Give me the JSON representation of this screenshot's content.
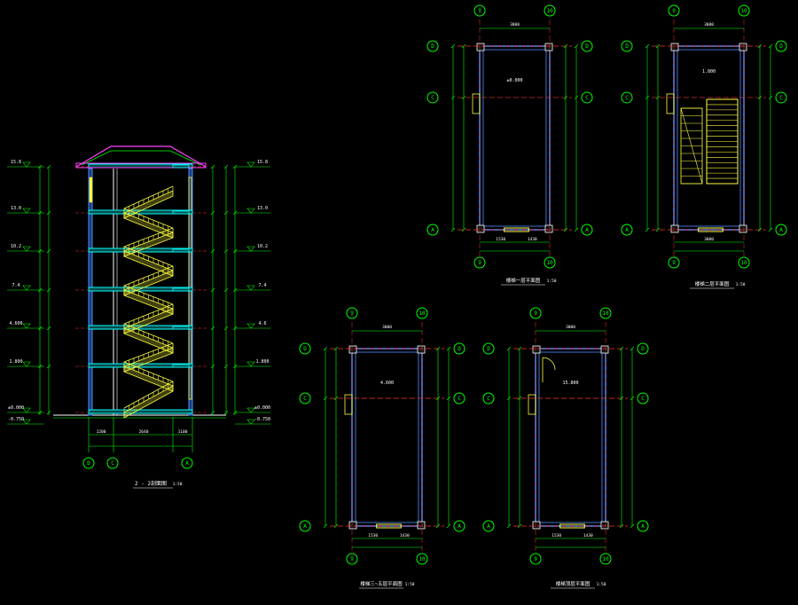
{
  "colors": {
    "background": "#000000",
    "dimension": "#00ff00",
    "wall": "#4a90ff",
    "axis": "#ff3030",
    "stair": "#ffff40",
    "text": "#ffffff",
    "slab": "#00ffff",
    "roof": "#ff40ff"
  },
  "section": {
    "title": "2 - 2剖面图",
    "scale": "1:50",
    "axis_labels": [
      "D",
      "C",
      "A"
    ],
    "elevations_left": [
      "15.8",
      "13.0",
      "10.2",
      "7.4",
      "4.600",
      "1.800",
      "±0.000",
      "-0.750"
    ],
    "elevations_right": [
      "15.8",
      "13.0",
      "10.2",
      "7.4",
      "4.6",
      "1.800",
      "±0.000",
      "-0.750"
    ],
    "dim_bottom": [
      "1200",
      "2640",
      "1100"
    ]
  },
  "plans": [
    {
      "id": "plan1",
      "title": "楼梯一层平面图",
      "scale": "1:50",
      "top_axes": [
        "9",
        "10"
      ],
      "bottom_axes": [
        "9",
        "10"
      ],
      "side_axes": [
        "D",
        "C",
        "A"
      ],
      "top_dim": "3000",
      "bottom_dims": [
        "1530",
        "1430"
      ],
      "label": "±0.000"
    },
    {
      "id": "plan2",
      "title": "楼梯二层平面图",
      "scale": "1:50",
      "top_axes": [
        "9",
        "10"
      ],
      "bottom_axes": [
        "9",
        "10"
      ],
      "side_axes": [
        "D",
        "C",
        "A"
      ],
      "top_dim": "3000",
      "bottom_dims": [
        "3000"
      ],
      "label": "1.800"
    },
    {
      "id": "plan3",
      "title": "楼梯三~五层平面图",
      "scale": "1:50",
      "top_axes": [
        "9",
        "10"
      ],
      "bottom_axes": [
        "9",
        "10"
      ],
      "side_axes": [
        "D",
        "C",
        "A"
      ],
      "top_dim": "3000",
      "bottom_dims": [
        "1530",
        "1430"
      ],
      "label": "4.600"
    },
    {
      "id": "plan4",
      "title": "楼梯顶层平面图",
      "scale": "1:50",
      "top_axes": [
        "9",
        "10"
      ],
      "bottom_axes": [
        "9",
        "10"
      ],
      "side_axes": [
        "D",
        "C",
        "A"
      ],
      "top_dim": "3000",
      "bottom_dims": [
        "1530",
        "1430"
      ],
      "label": "15.800"
    }
  ]
}
